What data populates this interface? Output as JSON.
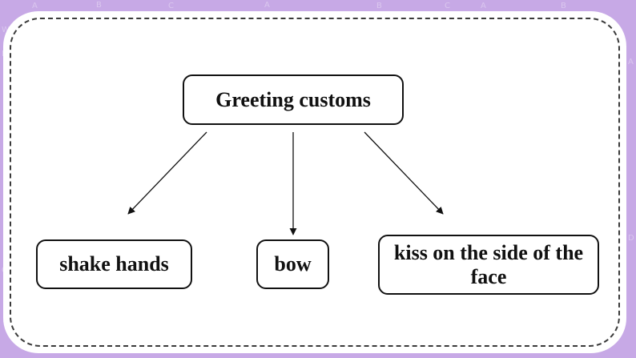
{
  "diagram": {
    "root": {
      "label": "Greeting customs"
    },
    "children": [
      {
        "label": "shake hands"
      },
      {
        "label": "bow"
      },
      {
        "label": "kiss on the side of the face"
      }
    ]
  },
  "colors": {
    "background": "#c7a9e6",
    "card": "#ffffff",
    "border": "#111111"
  }
}
